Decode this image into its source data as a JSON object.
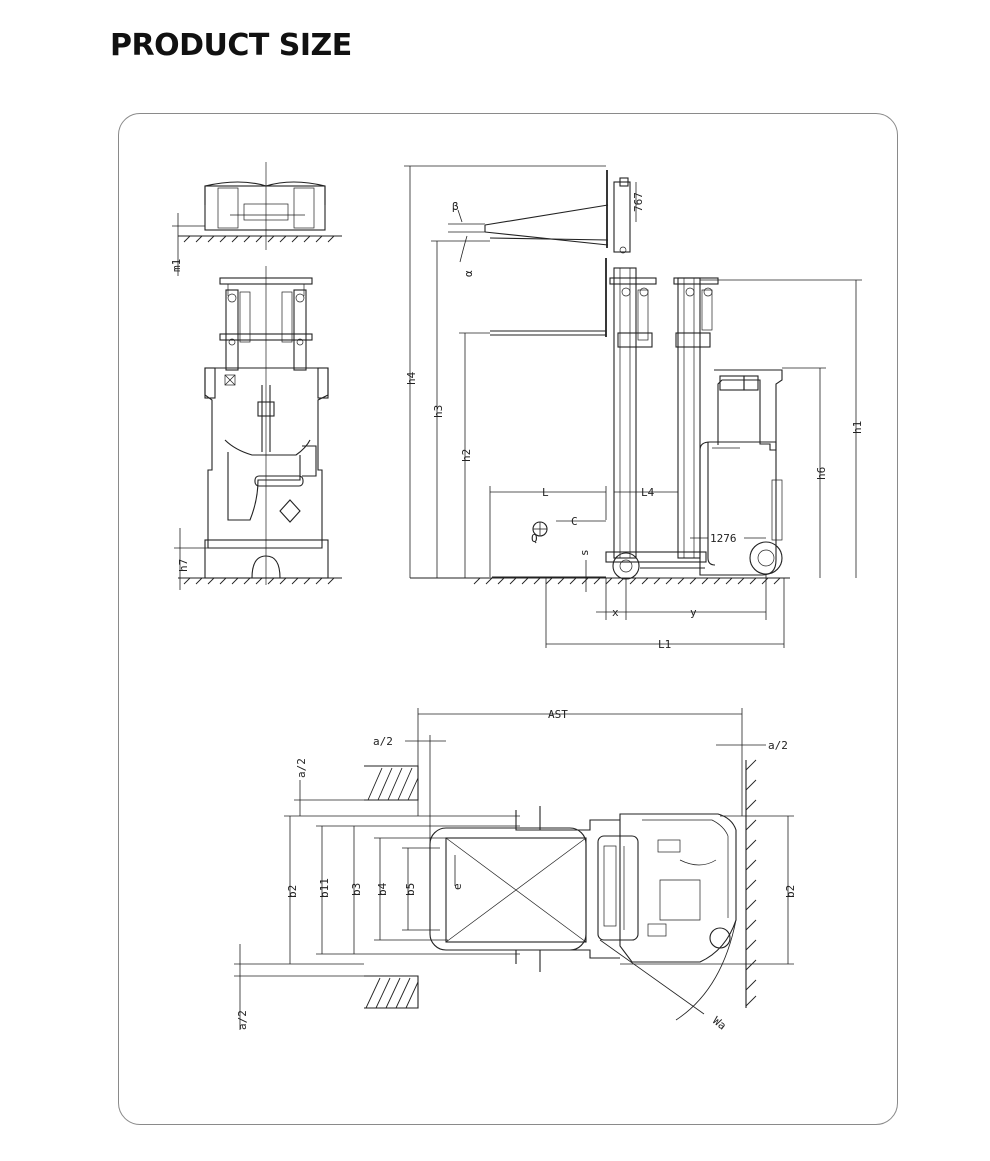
{
  "page": {
    "title": "PRODUCT SIZE"
  },
  "front_view": {
    "labels": {
      "m1": "m1",
      "h7": "h7"
    }
  },
  "side_view": {
    "labels": {
      "h4": "h4",
      "h3": "h3",
      "h2": "h2",
      "h1": "h1",
      "h6": "h6",
      "L": "L",
      "L4": "L4",
      "C": "C",
      "Q": "Q",
      "s": "s",
      "x": "x",
      "y": "y",
      "L1": "L1",
      "beta": "β",
      "alpha": "α",
      "dim_767": "767",
      "dim_1276": "1276"
    }
  },
  "top_view": {
    "labels": {
      "AST": "AST",
      "a2_top_left": "a/2",
      "a2_top_right": "a/2",
      "a2_left_upper": "a/2",
      "a2_left_lower": "a/2",
      "b2_left": "b2",
      "b11": "b11",
      "b3": "b3",
      "b4": "b4",
      "b5": "b5",
      "e": "e",
      "b2_right": "b2",
      "Wa": "Wa"
    }
  }
}
